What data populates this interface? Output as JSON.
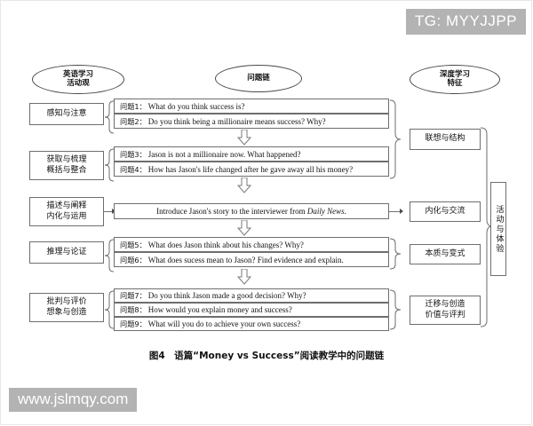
{
  "overlay": {
    "tg_tag": "TG: MYYJJPP",
    "watermark": "www.jslmqy.com"
  },
  "headers": {
    "left": {
      "line1": "英语学习",
      "line2": "活动观"
    },
    "center": {
      "line1": "问题链",
      "line2": ""
    },
    "right": {
      "line1": "深度学习",
      "line2": "特征"
    }
  },
  "left_column": [
    {
      "line1": "感知与注意",
      "line2": ""
    },
    {
      "line1": "获取与梳理",
      "line2": "概括与整合"
    },
    {
      "line1": "描述与阐释",
      "line2": "内化与运用"
    },
    {
      "line1": "推理与论证",
      "line2": ""
    },
    {
      "line1": "批判与评价",
      "line2": "想象与创造"
    }
  ],
  "questions": [
    {
      "label": "问题1：",
      "text": "What do you think success is?"
    },
    {
      "label": "问题2：",
      "text": "Do you think being a millionaire means success? Why?"
    },
    {
      "label": "问题3：",
      "text": "Jason is not a millionaire now. What happened?"
    },
    {
      "label": "问题4：",
      "text": "How has Jason's life changed after he gave away all his money?"
    },
    {
      "label": "问题5：",
      "text": "What does Jason think about his changes? Why?"
    },
    {
      "label": "问题6：",
      "text": "What does sucess mean to Jason? Find evidence and explain."
    },
    {
      "label": "问题7：",
      "text": "Do you think Jason made a good decision? Why?"
    },
    {
      "label": "问题8：",
      "text": "How would you explain money and success?"
    },
    {
      "label": "问题9：",
      "text": "What will you do to achieve your own success?"
    }
  ],
  "narrative_task": {
    "prefix": "Introduce Jason's story to the interviewer from ",
    "italic": "Daily News",
    "suffix": "."
  },
  "right_column": [
    {
      "line1": "联想与结构",
      "line2": ""
    },
    {
      "line1": "内化与交流",
      "line2": ""
    },
    {
      "line1": "本质与变式",
      "line2": ""
    },
    {
      "line1": "迁移与创造",
      "line2": "价值与评判"
    }
  ],
  "right_outer": {
    "label": "活动与体验"
  },
  "caption": "图4　语篇“Money vs Success”阅读教学中的问题链",
  "colors": {
    "box_border": "#6e6e6e",
    "ellipse_border": "#4a4a4a",
    "overlay_bg": "#b3b3b3",
    "text": "#111111"
  }
}
